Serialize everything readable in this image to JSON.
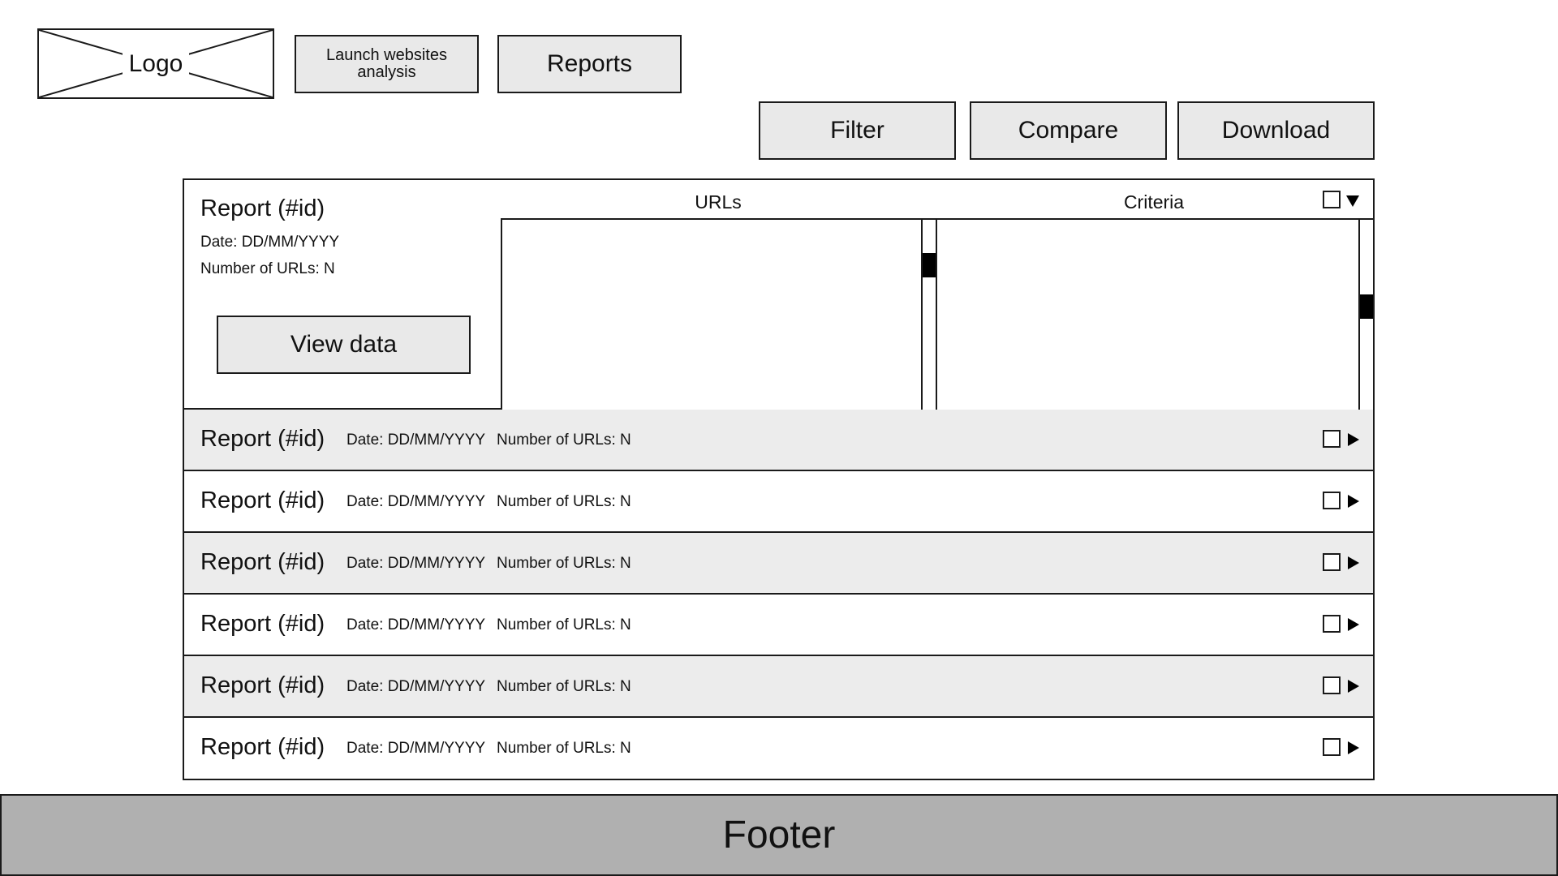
{
  "header": {
    "logo_label": "Logo",
    "launch_label": "Launch websites analysis",
    "reports_label": "Reports"
  },
  "toolbar": {
    "filter_label": "Filter",
    "compare_label": "Compare",
    "download_label": "Download"
  },
  "expanded_report": {
    "title": "Report (#id)",
    "date": "Date: DD/MM/YYYY",
    "url_count": "Number of URLs: N",
    "view_data_label": "View data",
    "urls_header": "URLs",
    "criteria_header": "Criteria",
    "urls_scroll_position": 0.2,
    "criteria_scroll_position": 0.45,
    "checked": false,
    "expand_icon": "triangle-down-icon"
  },
  "reports": [
    {
      "title": "Report (#id)",
      "date": "Date: DD/MM/YYYY",
      "url_count": "Number of URLs: N",
      "checked": false
    },
    {
      "title": "Report (#id)",
      "date": "Date: DD/MM/YYYY",
      "url_count": "Number of URLs: N",
      "checked": false
    },
    {
      "title": "Report (#id)",
      "date": "Date: DD/MM/YYYY",
      "url_count": "Number of URLs: N",
      "checked": false
    },
    {
      "title": "Report (#id)",
      "date": "Date: DD/MM/YYYY",
      "url_count": "Number of URLs: N",
      "checked": false
    },
    {
      "title": "Report (#id)",
      "date": "Date: DD/MM/YYYY",
      "url_count": "Number of URLs: N",
      "checked": false
    },
    {
      "title": "Report (#id)",
      "date": "Date: DD/MM/YYYY",
      "url_count": "Number of URLs: N",
      "checked": false
    }
  ],
  "colors": {
    "button_bg": "#e9e9e9",
    "alt_row_bg": "#ececec",
    "footer_bg": "#b0b0b0",
    "border": "#1a1a1a"
  },
  "footer": {
    "label": "Footer"
  }
}
